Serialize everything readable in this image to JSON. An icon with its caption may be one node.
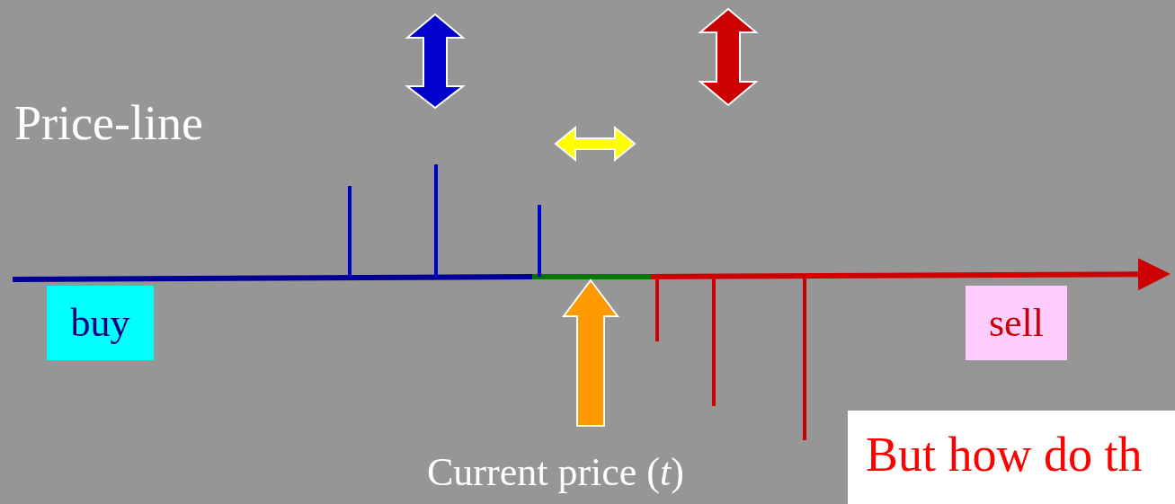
{
  "diagram": {
    "title": "Price-line",
    "nodes": [
      {
        "text": [
          "buy"
        ]
      },
      {
        "text": [
          "sell"
        ]
      },
      {
        "text": [
          "But how do th"
        ]
      }
    ],
    "labels": [
      "Current price (*t*)"
    ]
  }
}
